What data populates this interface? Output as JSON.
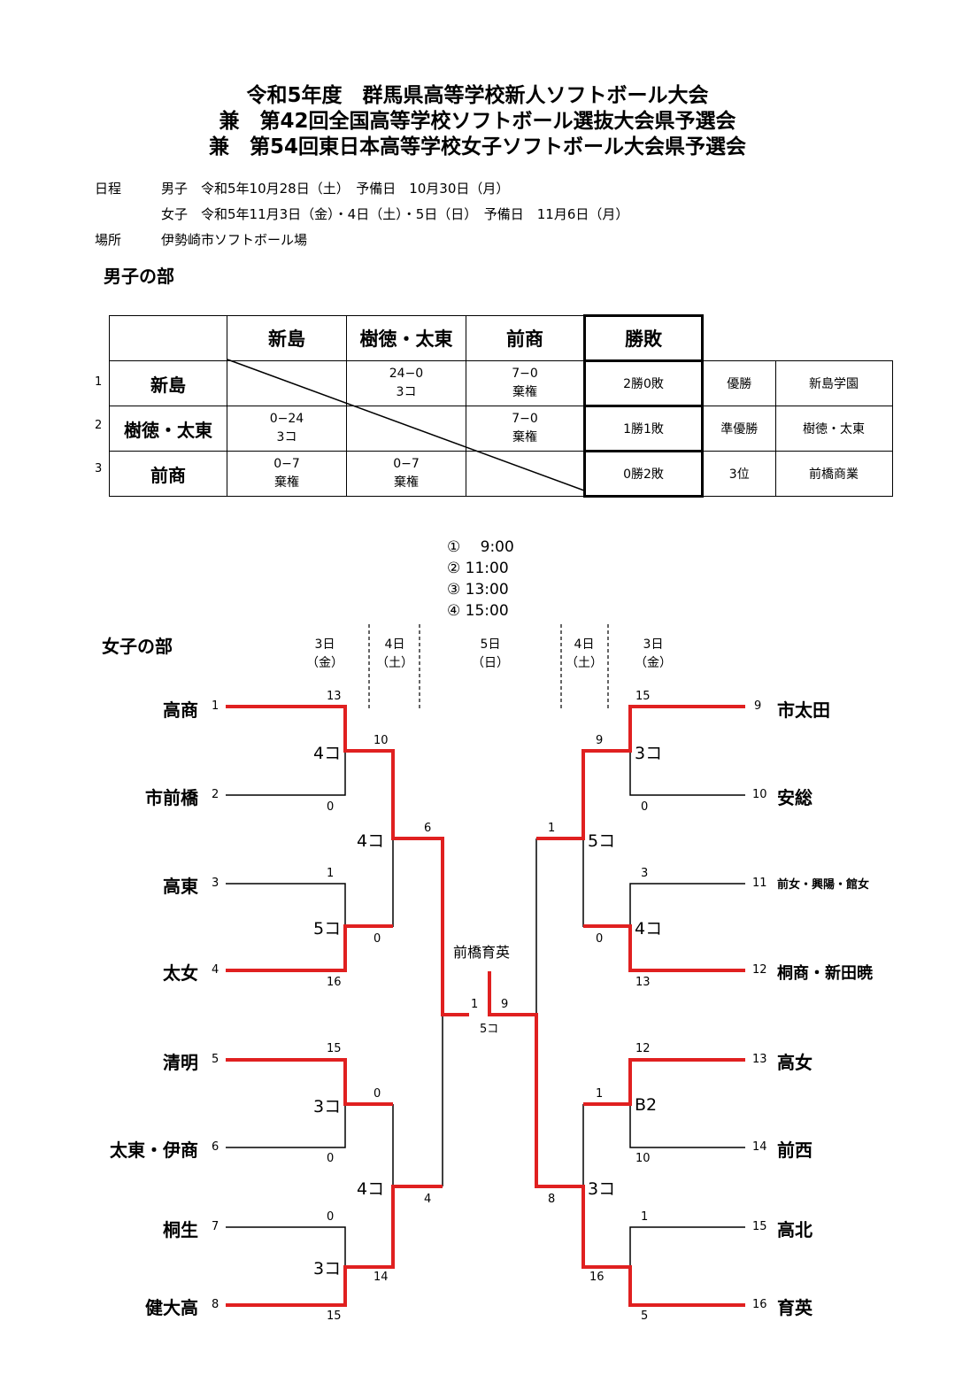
{
  "titles": [
    "令和5年度　群馬県高等学校新人ソフトボール大会",
    "兼　第42回全国高等学校ソフトボール選抜大会県予選会",
    "兼　第54回東日本高等学校女子ソフトボール大会県予選会"
  ],
  "schedule": {
    "label_date": "日程",
    "men": "男子　令和5年10月28日（土）　予備日　10月30日（月）",
    "women": "女子　令和5年11月3日（金）・4日（土）・5日（日）　予備日　11月6日（月）",
    "label_place": "場所",
    "place": "伊勢崎市ソフトボール場"
  },
  "men": {
    "section": "男子の部",
    "headers": [
      "新島",
      "樹徳・太東",
      "前商",
      "勝敗"
    ],
    "rows": [
      {
        "no": "1",
        "team": "新島",
        "c1": [
          "",
          ""
        ],
        "c2": [
          "24−0",
          "3コ"
        ],
        "c3": [
          "7−0",
          "棄権"
        ],
        "record": "2勝0敗",
        "rank": "優勝",
        "school": "新島学園"
      },
      {
        "no": "2",
        "team": "樹徳・太東",
        "c1": [
          "0−24",
          "3コ"
        ],
        "c2": [
          "",
          ""
        ],
        "c3": [
          "7−0",
          "棄権"
        ],
        "record": "1勝1敗",
        "rank": "準優勝",
        "school": "樹徳・太東"
      },
      {
        "no": "3",
        "team": "前商",
        "c1": [
          "0−7",
          "棄権"
        ],
        "c2": [
          "0−7",
          "棄権"
        ],
        "c3": [
          "",
          ""
        ],
        "record": "0勝2敗",
        "rank": "3位",
        "school": "前橋商業"
      }
    ]
  },
  "women": {
    "section": "女子の部",
    "times": [
      "①　 9:00",
      "② 11:00",
      "③ 13:00",
      "④ 15:00"
    ],
    "days": [
      {
        "d": "3日",
        "w": "（金）"
      },
      {
        "d": "4日",
        "w": "（土）"
      },
      {
        "d": "5日",
        "w": "（日）"
      },
      {
        "d": "4日",
        "w": "（土）"
      },
      {
        "d": "3日",
        "w": "（金）"
      }
    ],
    "teams_left": [
      {
        "seed": "1",
        "name": "高商"
      },
      {
        "seed": "2",
        "name": "市前橋"
      },
      {
        "seed": "3",
        "name": "高東"
      },
      {
        "seed": "4",
        "name": "太女"
      },
      {
        "seed": "5",
        "name": "清明"
      },
      {
        "seed": "6",
        "name": "太東・伊商"
      },
      {
        "seed": "7",
        "name": "桐生"
      },
      {
        "seed": "8",
        "name": "健大高"
      }
    ],
    "teams_right": [
      {
        "seed": "9",
        "name": "市太田"
      },
      {
        "seed": "10",
        "name": "安総"
      },
      {
        "seed": "11",
        "name": "前女・興陽・館女"
      },
      {
        "seed": "12",
        "name": "桐商・新田暁"
      },
      {
        "seed": "13",
        "name": "高女"
      },
      {
        "seed": "14",
        "name": "前西"
      },
      {
        "seed": "15",
        "name": "高北"
      },
      {
        "seed": "16",
        "name": "育英"
      }
    ],
    "champion": "前橋育英",
    "scores": {
      "l1": "13",
      "l2": "0",
      "l3": "1",
      "l4": "16",
      "l5": "15",
      "l6": "0",
      "l7": "0",
      "l8": "15",
      "lq1": "10",
      "lq2": "0",
      "lq3": "0",
      "lq4": "14",
      "ls1": "6",
      "ls2": "4",
      "r1": "15",
      "r2": "0",
      "r3": "3",
      "r4": "13",
      "r5": "12",
      "r6": "10",
      "r7": "1",
      "r8": "5",
      "rq1": "9",
      "rq2": "0",
      "rq3": "1",
      "rq4": "16",
      "rs1": "1",
      "rs2": "8",
      "final_l": "1",
      "final_r": "9"
    },
    "games": {
      "l_r1a": "4コ",
      "l_r1b": "5コ",
      "l_r1c": "3コ",
      "l_r1d": "3コ",
      "l_qa": "4コ",
      "l_qb": "4コ",
      "r_r1a": "3コ",
      "r_r1b": "4コ",
      "r_r1c": "B2",
      "r_r1d": "",
      "r_qa": "5コ",
      "r_qb": "3コ",
      "final": "5コ"
    },
    "colors": {
      "winner_line": "#e02020",
      "line": "#000000"
    }
  }
}
